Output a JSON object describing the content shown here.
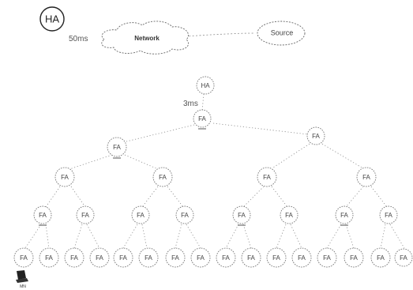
{
  "home_agent": {
    "label": "HA"
  },
  "network": {
    "label": "Network",
    "latency_label": "50ms"
  },
  "source": {
    "label": "Source"
  },
  "root": {
    "label": "HA",
    "latency_label": "3ms"
  },
  "hierarchy": {
    "level1": {
      "label": "FA"
    },
    "level2": [
      {
        "label": "FA"
      },
      {
        "label": "FA"
      }
    ],
    "level3": [
      {
        "label": "FA"
      },
      {
        "label": "FA"
      },
      {
        "label": "FA"
      },
      {
        "label": "FA"
      }
    ],
    "level4": [
      {
        "label": "FA"
      },
      {
        "label": "FA"
      },
      {
        "label": "FA"
      },
      {
        "label": "FA"
      },
      {
        "label": "FA"
      },
      {
        "label": "FA"
      },
      {
        "label": "FA"
      },
      {
        "label": "FA"
      }
    ],
    "leaves": [
      {
        "label": "FA"
      },
      {
        "label": "FA"
      },
      {
        "label": "FA"
      },
      {
        "label": "FA"
      },
      {
        "label": "FA"
      },
      {
        "label": "FA"
      },
      {
        "label": "FA"
      },
      {
        "label": "FA"
      },
      {
        "label": "FA"
      },
      {
        "label": "FA"
      },
      {
        "label": "FA"
      },
      {
        "label": "FA"
      },
      {
        "label": "FA"
      },
      {
        "label": "FA"
      },
      {
        "label": "FA"
      },
      {
        "label": "FA"
      }
    ]
  },
  "mobile_node": {
    "label": "MN",
    "icon": "laptop-icon"
  }
}
